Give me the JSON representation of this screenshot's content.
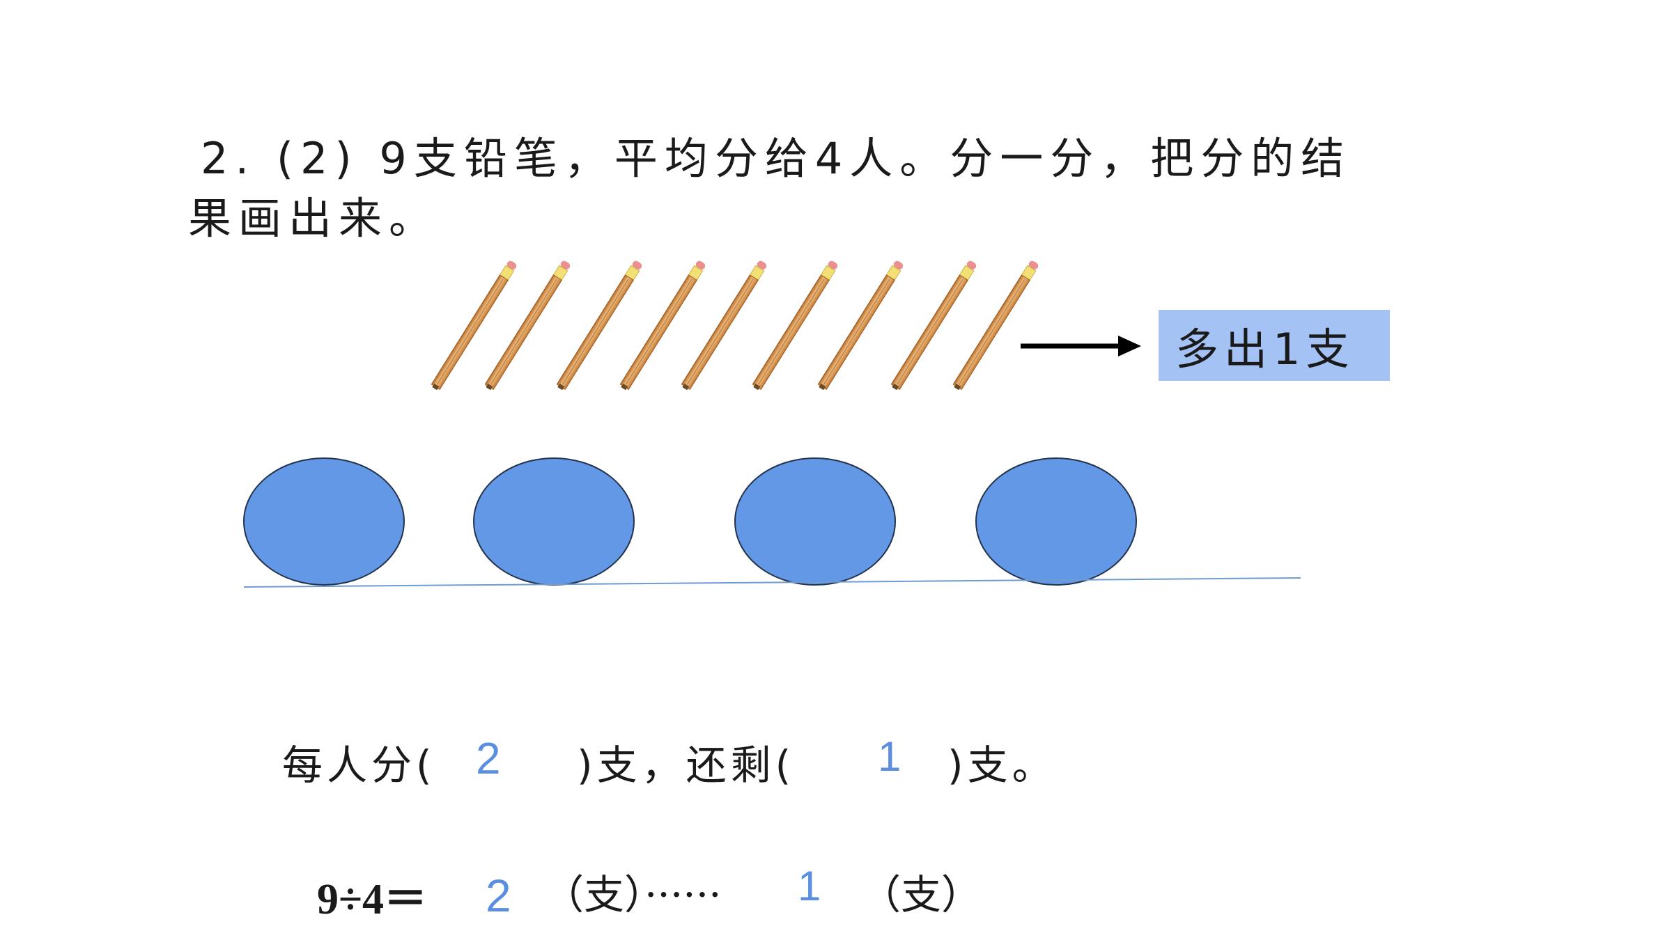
{
  "question": {
    "line1": "2. (2)  9支铅笔，平均分给4人。分一分，把分的结",
    "line2": "果画出来。"
  },
  "pencil_count": 9,
  "callout": {
    "text": "多出1支"
  },
  "person_count": 4,
  "sentence": {
    "prefix": "每人分(",
    "per_person": "2",
    "middle": ")支，还剩(",
    "remainder": "1",
    "suffix": ")支。"
  },
  "equation": {
    "expression": "9÷4＝",
    "quotient": "2",
    "unit1": "（支）······",
    "remainder": "1",
    "unit2": "（支）"
  },
  "colors": {
    "circle_fill": "#6398e6",
    "circle_stroke": "#23334d",
    "answer": "#5b8ee0",
    "callout_bg": "#a4c2f4",
    "baseline": "#6f9bd1"
  }
}
